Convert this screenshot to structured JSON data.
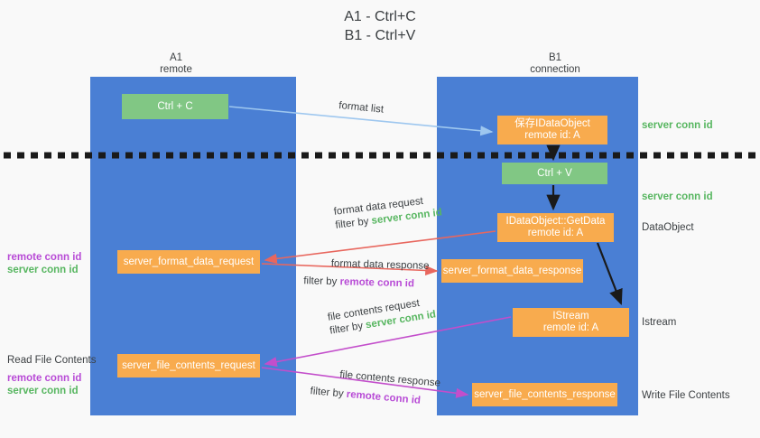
{
  "title": "A1 - Ctrl+C\nB1 - Ctrl+V",
  "columns": {
    "left": {
      "name": "A1",
      "role": "remote",
      "caption": "A1\nremote"
    },
    "right": {
      "name": "B1",
      "role": "connection",
      "caption": "B1\nconnection"
    }
  },
  "colors": {
    "lane": "#4a7fd4",
    "green_box": "#81c784",
    "orange_box": "#f8ab4e",
    "server_conn_id": "#57b660",
    "remote_conn_id": "#b84bd6",
    "arrow_format_list": "#9ec7ef",
    "arrow_format_data": "#e8675e",
    "arrow_file_contents": "#c34ecb",
    "arrow_internal": "#1a1a1a",
    "divider": "#1a1a1a",
    "text": "#3c4043",
    "background": "#f9f9f9"
  },
  "boxes": {
    "ctrl_c": "Ctrl + C",
    "idataobject": "保存IDataObject\nremote id: A",
    "ctrl_v": "Ctrl + V",
    "getdata": "IDataObject::GetData\nremote id: A",
    "format_data_request": "server_format_data_request",
    "format_data_response": "server_format_data_response",
    "istream": "IStream\nremote id: A",
    "file_contents_request": "server_file_contents_request",
    "file_contents_response": "server_file_contents_response"
  },
  "side_labels": {
    "server_conn_id_top": "server conn id",
    "server_conn_id_mid": "server conn id",
    "dataobject": "DataObject",
    "istream": "Istream",
    "write_file_contents": "Write File Contents",
    "read_file_contents": "Read File Contents"
  },
  "conn_id_labels": {
    "remote": "remote conn id",
    "server": "server conn id"
  },
  "connectors": {
    "format_list": {
      "label": "format list"
    },
    "format_data_request": {
      "label": "format data request",
      "filter_prefix": "filter by ",
      "filter_value": "server conn id"
    },
    "format_data_response": {
      "label": "format data response",
      "filter_prefix": "filter by ",
      "filter_value": "remote conn id"
    },
    "file_contents_request": {
      "label": "file contents request",
      "filter_prefix": "filter by ",
      "filter_value": "server conn id"
    },
    "file_contents_response": {
      "label": "file contents response",
      "filter_prefix": "filter by ",
      "filter_value": "remote conn id"
    }
  }
}
